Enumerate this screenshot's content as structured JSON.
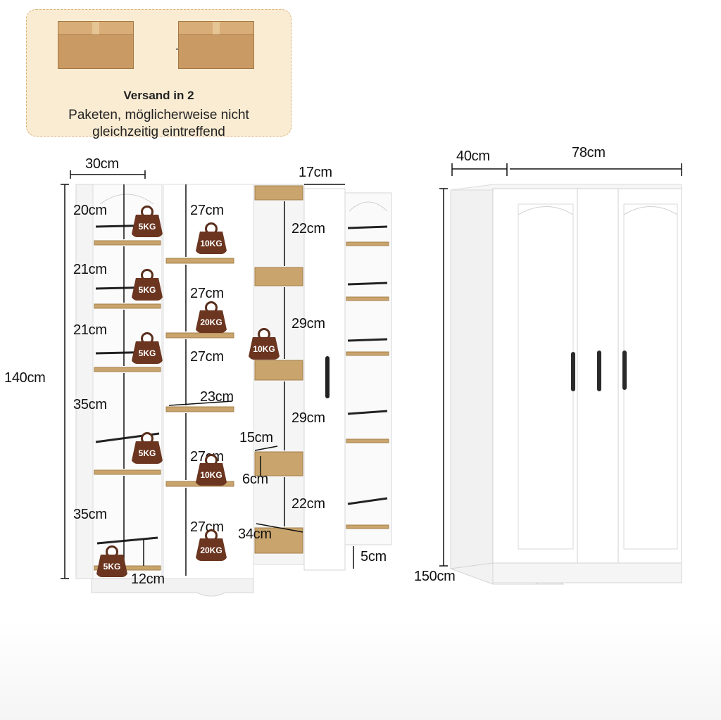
{
  "shipping": {
    "plus": "+",
    "title": "Versand in 2",
    "line1": "Paketen, möglicherweise nicht",
    "line2": "gleichzeitig eintreffend"
  },
  "open_cabinet": {
    "depth": "30cm",
    "door_depth": "17cm",
    "height": "140cm",
    "left_heights": [
      "20cm",
      "21cm",
      "21cm",
      "35cm",
      "35cm"
    ],
    "bottom_gap": "12cm",
    "middle_heights": [
      "27cm",
      "27cm",
      "27cm",
      "27cm",
      "27cm"
    ],
    "middle_shelf_depth": "23cm",
    "drawer_heights": [
      "22cm",
      "29cm",
      "29cm",
      "22cm"
    ],
    "drawer_depth": "15cm",
    "drawer_rim": "6cm",
    "drawer_width": "34cm",
    "foot_height": "5cm",
    "loads": {
      "l1": "5KG",
      "l2": "5KG",
      "l3": "5KG",
      "l4": "5KG",
      "l5": "5KG",
      "m1": "10KG",
      "m2": "20KG",
      "m3": "10KG",
      "m4": "20KG",
      "d1": "10KG"
    }
  },
  "closed_cabinet": {
    "depth": "40cm",
    "width": "78cm",
    "height": "150cm"
  },
  "colors": {
    "wood": "#c9a46c",
    "weight": "#6b3520",
    "box": "#c99a63",
    "panel": "#ffffff"
  }
}
